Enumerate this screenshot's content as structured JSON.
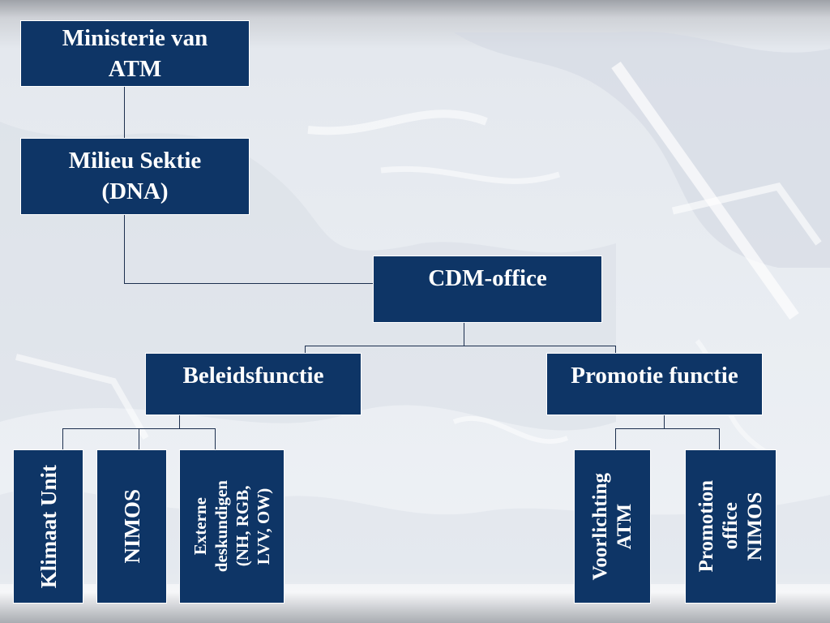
{
  "diagram": {
    "nodes": {
      "ministerie": "Ministerie van ATM",
      "milieu": "Milieu Sektie (DNA)",
      "cdm": "CDM-office",
      "beleid": "Beleidsfunctie",
      "promotie": "Promotie functie",
      "klimaat": "Klimaat Unit",
      "nimos": "NIMOS",
      "externe": "Externe\ndeskundigen\n(NH, RGB,\nLVV, OW)",
      "voorlichting": "Voorlichting\nATM",
      "promotion_office": "Promotion\noffice\nNIMOS"
    },
    "colors": {
      "box_fill": "#0e3566",
      "box_text": "#ffffff",
      "connector": "#1c2f4e"
    }
  }
}
